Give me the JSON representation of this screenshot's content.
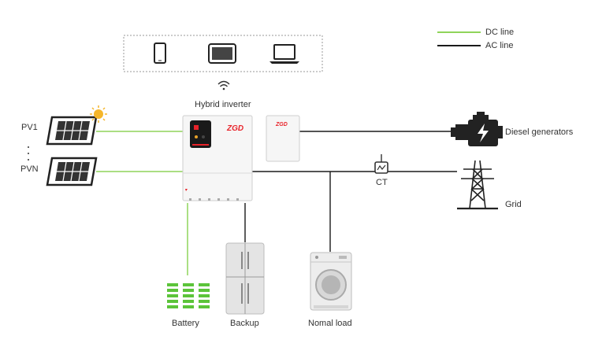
{
  "legend": {
    "dc_label": "DC line",
    "ac_label": "AC line",
    "dc_color": "#8fd45a",
    "ac_color": "#1a1a1a"
  },
  "labels": {
    "hybrid_inverter": "Hybrid inverter",
    "pv1": "PV1",
    "pvn": "PVN",
    "diesel": "Diesel generators",
    "ct": "CT",
    "grid": "Grid",
    "battery": "Battery",
    "backup": "Backup",
    "normal_load": "Nomal load",
    "brand": "ZGD"
  },
  "icons": {
    "devices": [
      "phone-icon",
      "tablet-icon",
      "laptop-icon"
    ],
    "wifi": "wifi-icon",
    "sun": "sun-icon"
  },
  "colors": {
    "brand_red": "#e8232a",
    "battery_green": "#5cc43a",
    "inverter_screen": "#1a1a1a"
  }
}
